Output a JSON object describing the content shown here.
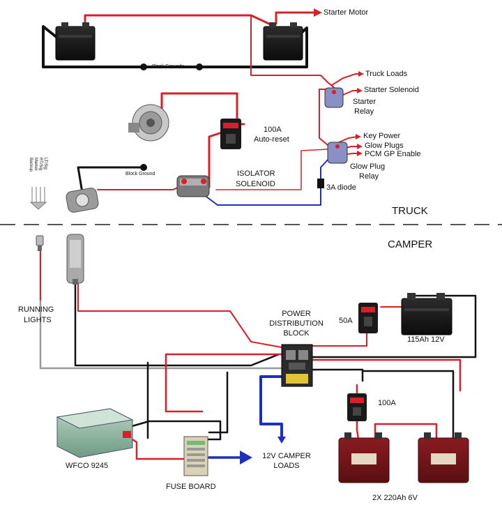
{
  "truck": {
    "section_label": "TRUCK",
    "outputs": [
      "Starter Motor",
      "Truck Loads",
      "Starter Solenoid",
      "Key Power",
      "Glow Plugs",
      "PCM GP Enable"
    ],
    "block_grounds": "Block Grounds",
    "block_ground": "Block Ground",
    "starter_relay": [
      "Starter",
      "Relay"
    ],
    "glow_plug_relay": [
      "Glow Plug",
      "Relay"
    ],
    "breaker_100a": [
      "100A",
      "Auto-reset"
    ],
    "isolator": [
      "ISOLATOR",
      "SOLENOID"
    ],
    "diode": "3A diode",
    "trailer_pins": [
      "LT/Sig",
      "RT/Sig",
      "Marker",
      "Backup"
    ]
  },
  "camper": {
    "section_label": "CAMPER",
    "running_lights": [
      "RUNNING",
      "LIGHTS"
    ],
    "power_block": [
      "POWER",
      "DISTRIBUTION",
      "BLOCK"
    ],
    "breaker_50a": "50A",
    "battery_115": "115Ah 12V",
    "breaker_100a": "100A",
    "converter": "WFCO 9245",
    "fuse_board": "FUSE BOARD",
    "loads": [
      "12V CAMPER",
      "LOADS"
    ],
    "batteries_6v": "2X 220Ah 6V"
  },
  "colors": {
    "positive": "#d8202a",
    "ground": "#111111",
    "signal": "#1c2fbf",
    "divider": "#555555"
  }
}
